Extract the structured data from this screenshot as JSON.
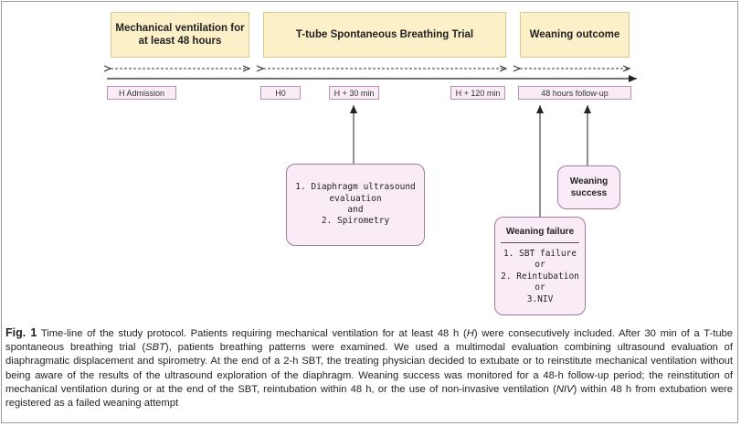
{
  "headers": {
    "mv": [
      "Mechanical ventilation for",
      "at least 48 hours"
    ],
    "sbt": "T-tube Spontaneous Breathing Trial",
    "outcome": "Weaning outcome"
  },
  "timeline": {
    "admission": "H Admission",
    "h0": "H0",
    "h30": "H + 30 min",
    "h120": "H + 120 min",
    "followup": "48 hours follow-up"
  },
  "evaluation_box": {
    "lines": [
      "1. Diaphragm ultrasound",
      "evaluation",
      "and",
      "2. Spirometry"
    ]
  },
  "weaning_success": {
    "lines": [
      "Weaning",
      "success"
    ]
  },
  "weaning_failure": {
    "title": "Weaning failure",
    "lines": [
      "1. SBT failure",
      "or",
      "2. Reintubation",
      "or",
      "3.NIV"
    ]
  },
  "caption": {
    "label": "Fig. 1",
    "seg1": " Time-line of the study protocol. Patients requiring mechanical ventilation for at least 48 h (",
    "abbr_h": "H",
    "seg2": ") were consecutively included. After 30 min of a T-tube spontaneous breathing trial (",
    "abbr_sbt": "SBT",
    "seg3": "), patients breathing patterns were examined. We used a multimodal evaluation combining ultrasound evaluation of diaphragmatic displacement and spirometry. At the end of a 2-h SBT, the treating physician decided to extubate or to reinstitute mechanical ventilation without being aware of the results of the ultrasound exploration of the diaphragm. Weaning success was monitored for a 48-h follow-up period; the reinstitution of mechanical ventilation during or at the end of the SBT, reintubation within 48 h, or the use of non-invasive ventilation (",
    "abbr_niv": "NIV",
    "seg4": ") within 48 h from extubation were registered as a failed weaning attempt"
  },
  "colors": {
    "header_fill": "#fbf0c8",
    "box_fill": "#f9ecf7",
    "box_border": "#a37aa0"
  }
}
